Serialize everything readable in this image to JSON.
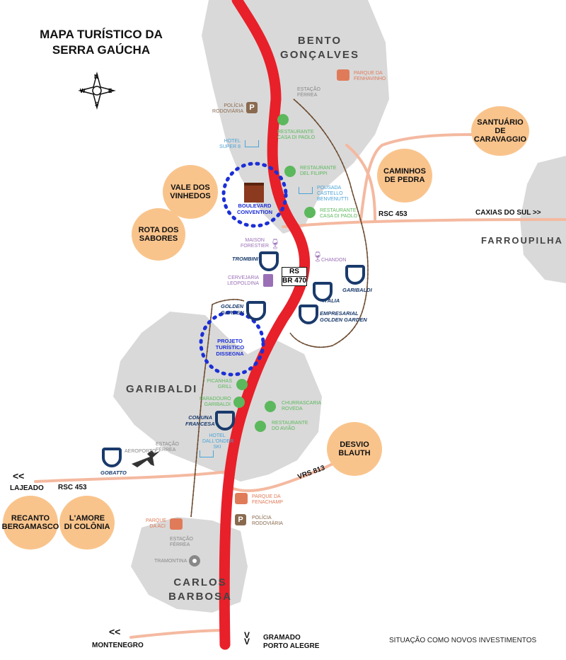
{
  "title": {
    "line1": "MAPA TURÍSTICO DA",
    "line2": "SERRA GAÚCHA"
  },
  "compass": {
    "n": "N",
    "s": "S",
    "e": "E",
    "w": "W"
  },
  "cities": {
    "bento": {
      "line1": "BENTO",
      "line2": "GONÇALVES"
    },
    "farroupilha": "FARROUPILHA",
    "garibaldi": "GARIBALDI",
    "carlos": {
      "line1": "CARLOS",
      "line2": "BARBOSA"
    }
  },
  "attractions": {
    "caravaggio": {
      "line1": "SANTUÁRIO",
      "line2": "DE CARAVAGGIO"
    },
    "caminhos": {
      "line1": "CAMINHOS",
      "line2": "DE PEDRA"
    },
    "vinhedos": {
      "line1": "VALE DOS",
      "line2": "VINHEDOS"
    },
    "sabores": {
      "line1": "ROTA DOS",
      "line2": "SABORES"
    },
    "desvio": {
      "line1": "DESVIO",
      "line2": "BLAUTH"
    },
    "recanto": {
      "line1": "RECANTO",
      "line2": "BERGAMASCO"
    },
    "lamore": {
      "line1": "L'AMORE",
      "line2": "DI COLÔNIA"
    }
  },
  "roads": {
    "rsc453_east": "RSC 453",
    "caxias": "CAXIAS DO SUL >>",
    "rsc453_west": "RSC 453",
    "lajeado_arrow": "<<",
    "lajeado": "LAJEADO",
    "vrs813": "VRS 813",
    "montenegro_arrow": "<<",
    "montenegro": "MONTENEGRO",
    "gramado": "GRAMADO",
    "portoalegre": "PORTO ALEGRE",
    "shield_top": "RS",
    "shield_bottom": "BR 470"
  },
  "poi": {
    "parque_fenhavinho": {
      "l1": "PARQUE DA",
      "l2": "FENHAVINHO"
    },
    "estacao_bento": {
      "l1": "ESTAÇÃO",
      "l2": "FÉRREA"
    },
    "policia_bento": {
      "l1": "POLÍCIA",
      "l2": "RODOVIÁRIA"
    },
    "rest_casa_paolo1": {
      "l1": "RESTAURANTE",
      "l2": "CASA DI PAOLO"
    },
    "hotel_super8": {
      "l1": "HOTEL",
      "l2": "SUPER 8"
    },
    "rest_filippi": {
      "l1": "RESTAURANTE",
      "l2": "DEL FILIPPI"
    },
    "pousada_castello": {
      "l1": "POUSADA",
      "l2": "CASTELLO",
      "l3": "BENVENUTTI"
    },
    "rest_casa_paolo2": {
      "l1": "RESTAURANTE",
      "l2": "CASA DI PAOLO"
    },
    "boulevard": {
      "l1": "BOULEVARD",
      "l2": "CONVENTION"
    },
    "maison": {
      "l1": "MAISON",
      "l2": "FORESTIER"
    },
    "chandon": "CHANDON",
    "cervejaria": {
      "l1": "CERVEJARIA",
      "l2": "LEOPOLDINA"
    },
    "projeto": {
      "l1": "PROJETO",
      "l2": "TURÍSTICO",
      "l3": "DISSEGNA"
    },
    "picanhas": {
      "l1": "PICANHAS",
      "l2": "GRILL"
    },
    "paradouro": {
      "l1": "PARADOURO",
      "l2": "GARIBALDI"
    },
    "churrascaria": {
      "l1": "CHURRASCARIA",
      "l2": "ROVEDA"
    },
    "rest_aviao": {
      "l1": "RESTAURANTE",
      "l2": "DO AVIÃO"
    },
    "hotel_dallonder": {
      "l1": "HOTEL",
      "l2": "DALL'ONDER",
      "l3": "SKI"
    },
    "aeroporto": "AEROPORTO",
    "estacao_gar": {
      "l1": "ESTAÇÃO",
      "l2": "FÉRREA"
    },
    "parque_fenachamp": {
      "l1": "PARQUE DA",
      "l2": "FENACHAMP"
    },
    "policia_gar": {
      "l1": "POLÍCIA",
      "l2": "RODOVIÁRIA"
    },
    "parque_aci": {
      "l1": "PARQUE",
      "l2": "DA ACI"
    },
    "estacao_carlos": {
      "l1": "ESTAÇÃO",
      "l2": "FÉRREA"
    },
    "tramontina": "TRAMONTINA"
  },
  "hotels": {
    "trombini": "TROMBINI",
    "garibaldi": "GARIBALDI",
    "italia": "ITÁLIA",
    "empresarial": {
      "l1": "EMPRESARIAL",
      "l2": "GOLDEN GARDEN"
    },
    "golden": {
      "l1": "GOLDEN",
      "l2": "GARDEN"
    },
    "comuna": {
      "l1": "COMUNA",
      "l2": "FRANCESA"
    },
    "gobatto": "GOBATTO"
  },
  "footer": "SITUAÇÃO COMO NOVOS INVESTIMENTOS",
  "colors": {
    "highway": "#e8202a",
    "road": "#f4b9a0",
    "area": "#d9d9d9",
    "attraction": "#f9c48c",
    "rail": "#6b4a2f",
    "hotel_icon": "#1a3a6b",
    "burst": "#1c2fd6"
  }
}
